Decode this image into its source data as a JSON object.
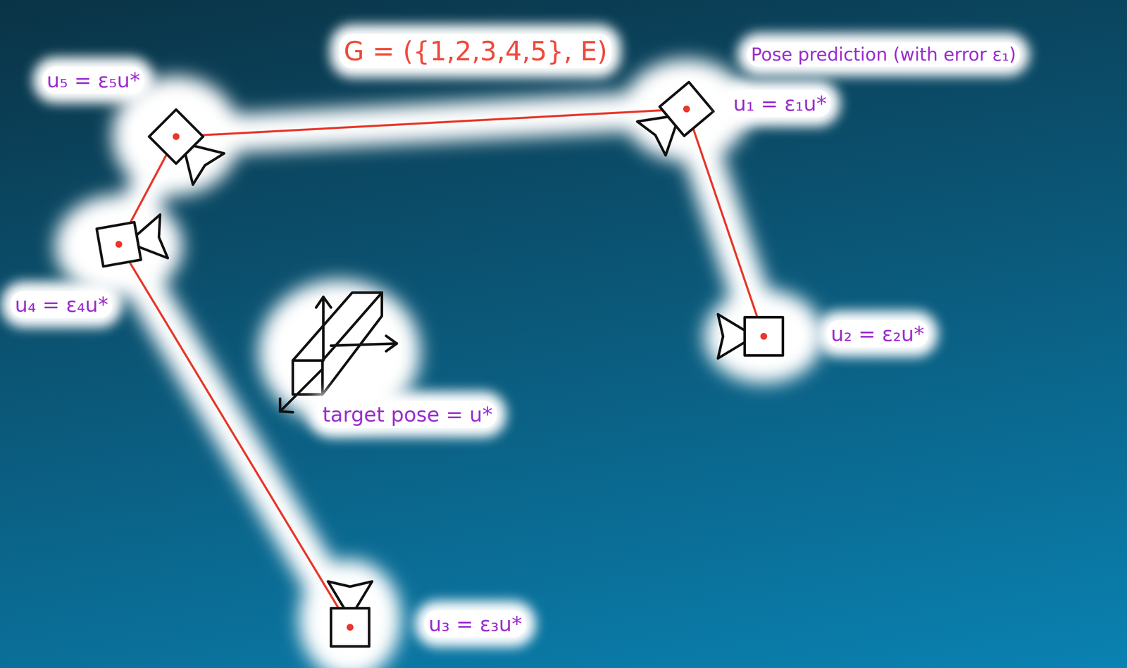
{
  "diagram": {
    "title": "G = ({1,2,3,4,5}, E)",
    "nodes": [
      {
        "text": [
          "u₅ = ε₅u*"
        ]
      },
      {
        "text": [
          "u₁ = ε₁u*"
        ]
      },
      {
        "text": [
          "u₄ = ε₄u*"
        ]
      },
      {
        "text": [
          "u₂ = ε₂u*"
        ]
      },
      {
        "text": [
          "u₃ = ε₃u*"
        ]
      }
    ],
    "edges": [
      {
        "from": 0,
        "to": 1,
        "arrow": "none"
      },
      {
        "from": 1,
        "to": 3,
        "arrow": "none"
      },
      {
        "from": 0,
        "to": 2,
        "arrow": "none"
      },
      {
        "from": 2,
        "to": 4,
        "arrow": "none"
      }
    ],
    "labels": [
      "Pose prediction (with error ε₁)",
      "target pose = u*"
    ]
  }
}
